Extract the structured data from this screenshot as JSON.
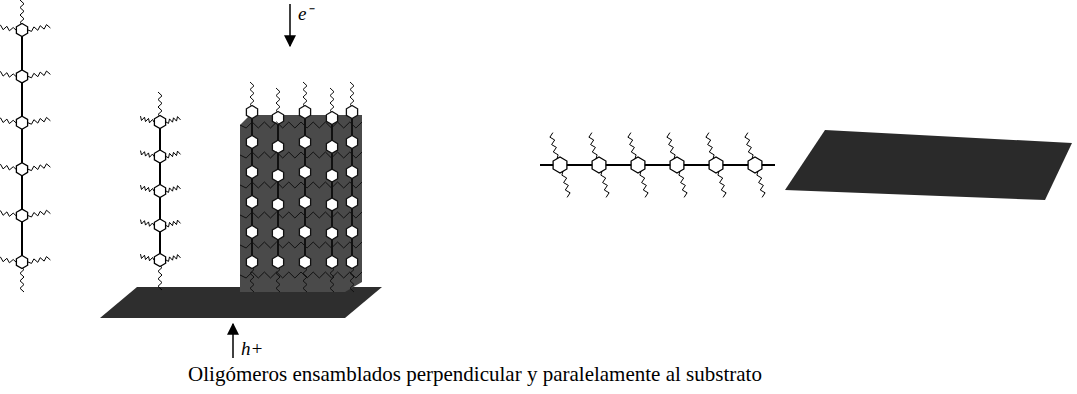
{
  "diagram": {
    "caption": "Oligómeros ensamblados perpendicular y paralelamente al substrato",
    "labels": [
      "e⁻",
      "h+"
    ]
  }
}
